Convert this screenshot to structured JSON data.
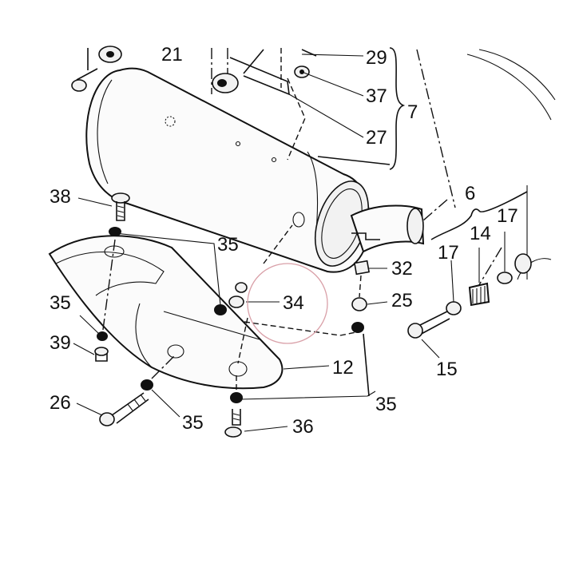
{
  "diagram": {
    "callouts": {
      "c21": "21",
      "c29": "29",
      "c37": "37",
      "c7": "7",
      "c27": "27",
      "c38": "38",
      "c6": "6",
      "c17a": "17",
      "c14": "14",
      "c17b": "17",
      "c35a": "35",
      "c32": "32",
      "c34": "34",
      "c25": "25",
      "c35b": "35",
      "c39": "39",
      "c12": "12",
      "c15": "15",
      "c26": "26",
      "c35c": "35",
      "c35d": "35",
      "c36": "36"
    },
    "highlight_color": "#d9a0a8",
    "ink_color": "#111111"
  }
}
